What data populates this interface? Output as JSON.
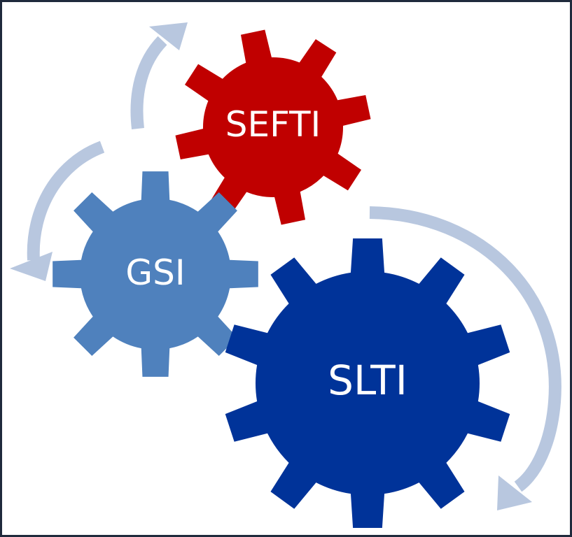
{
  "colors": {
    "frame": "#1f2a3c",
    "background": "#ffffff",
    "arrow": "#b8c7df",
    "gear_sefti": "#c00000",
    "gear_gsi": "#4f81bd",
    "gear_slti": "#003399",
    "label": "#ffffff"
  },
  "gears": [
    {
      "id": "sefti",
      "label": "SEFTI",
      "teeth": 8
    },
    {
      "id": "gsi",
      "label": "GSI",
      "teeth": 8
    },
    {
      "id": "slti",
      "label": "SLTI",
      "teeth": 10
    }
  ],
  "arrows": [
    {
      "id": "arrow-top-left",
      "direction": "up"
    },
    {
      "id": "arrow-left",
      "direction": "down"
    },
    {
      "id": "arrow-right",
      "direction": "down"
    }
  ]
}
